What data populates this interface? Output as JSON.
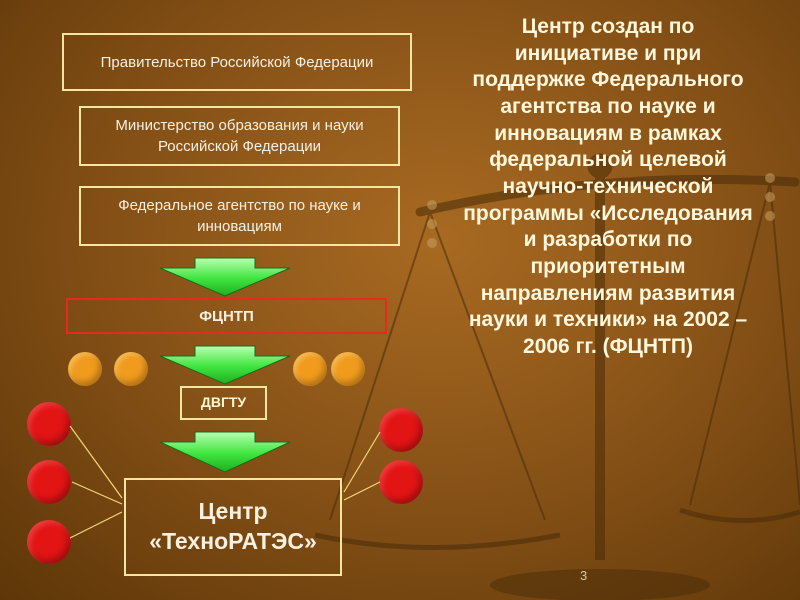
{
  "boxes": {
    "government": "Правительство Российской Федерации",
    "ministry": "Министерство образования и науки Российской Федерации",
    "agency": "Федеральное агентство по науке и инновациям",
    "fctntp": "ФЦНТП",
    "dvgtu": "ДВГТУ",
    "center": "Центр «ТехноРАТЭС»"
  },
  "description": "Центр создан по инициативе и при поддержке Федерального агентства по науке и инновациям в рамках федеральной целевой научно-технической программы «Исследования и разработки по приоритетным направлениям развития науки и техники» на 2002 – 2006 гг. (ФЦНТП)",
  "page_number": "3",
  "colors": {
    "background": "#8a5418",
    "box_border": "#f2e6a0",
    "highlight_border": "#e62a1f",
    "arrow_fill": "#3ee43e",
    "orange_dot": "#f09b1d",
    "red_dot": "#e31414",
    "connector": "#f2d77a"
  },
  "icons": {
    "arrow": "down-arrow-icon",
    "background": "balance-scales-icon"
  }
}
